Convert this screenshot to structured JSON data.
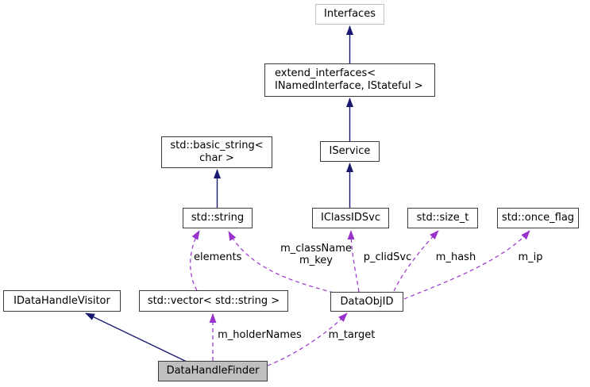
{
  "diagram": {
    "kind": "uml-collaboration-graph",
    "colors": {
      "background": "#ffffff",
      "node_bg": "#ffffff",
      "node_border": "#3c3c3c",
      "grey_border": "#c0c0c0",
      "selected_bg": "#bfbfbf",
      "inherit": "#191970",
      "usage": "#9a32cd",
      "text": "#000000"
    },
    "nodes": [
      {
        "id": "interfaces",
        "label": "Interfaces"
      },
      {
        "id": "extend_interfaces",
        "label": "extend_interfaces<\n INamedInterface, IStateful >"
      },
      {
        "id": "std_basic_string",
        "label": "std::basic_string<\nchar >"
      },
      {
        "id": "iservice",
        "label": "IService"
      },
      {
        "id": "std_string",
        "label": "std::string"
      },
      {
        "id": "iclassidsvc",
        "label": "IClassIDSvc"
      },
      {
        "id": "std_size_t",
        "label": "std::size_t"
      },
      {
        "id": "std_once_flag",
        "label": "std::once_flag"
      },
      {
        "id": "idatahandlevisitor",
        "label": "IDataHandleVisitor"
      },
      {
        "id": "std_vector",
        "label": "std::vector< std::string >"
      },
      {
        "id": "dataobjid",
        "label": "DataObjID"
      },
      {
        "id": "datahandlefinder",
        "label": "DataHandleFinder"
      }
    ],
    "edges": [
      {
        "type": "inheritance",
        "from": "extend_interfaces<\n INamedInterface, IStateful >",
        "to": "Interfaces",
        "label": ""
      },
      {
        "type": "inheritance",
        "from": "IService",
        "to": "extend_interfaces<\n INamedInterface, IStateful >",
        "label": ""
      },
      {
        "type": "inheritance",
        "from": "IClassIDSvc",
        "to": "IService",
        "label": ""
      },
      {
        "type": "inheritance",
        "from": "std::string",
        "to": "std::basic_string< char >",
        "label": ""
      },
      {
        "type": "inheritance",
        "from": "DataHandleFinder",
        "to": "IDataHandleVisitor",
        "label": ""
      },
      {
        "type": "usage",
        "from": "std::vector< std::string >",
        "to": "std::string",
        "label": "elements"
      },
      {
        "type": "usage",
        "from": "DataObjID",
        "to": "std::string",
        "label": "m_className\nm_key"
      },
      {
        "type": "usage",
        "from": "DataObjID",
        "to": "IClassIDSvc",
        "label": "p_clidSvc"
      },
      {
        "type": "usage",
        "from": "DataObjID",
        "to": "std::size_t",
        "label": "m_hash"
      },
      {
        "type": "usage",
        "from": "DataObjID",
        "to": "std::once_flag",
        "label": "m_ip"
      },
      {
        "type": "usage",
        "from": "DataHandleFinder",
        "to": "std::vector< std::string >",
        "label": "m_holderNames"
      },
      {
        "type": "usage",
        "from": "DataHandleFinder",
        "to": "DataObjID",
        "label": "m_target"
      }
    ]
  }
}
